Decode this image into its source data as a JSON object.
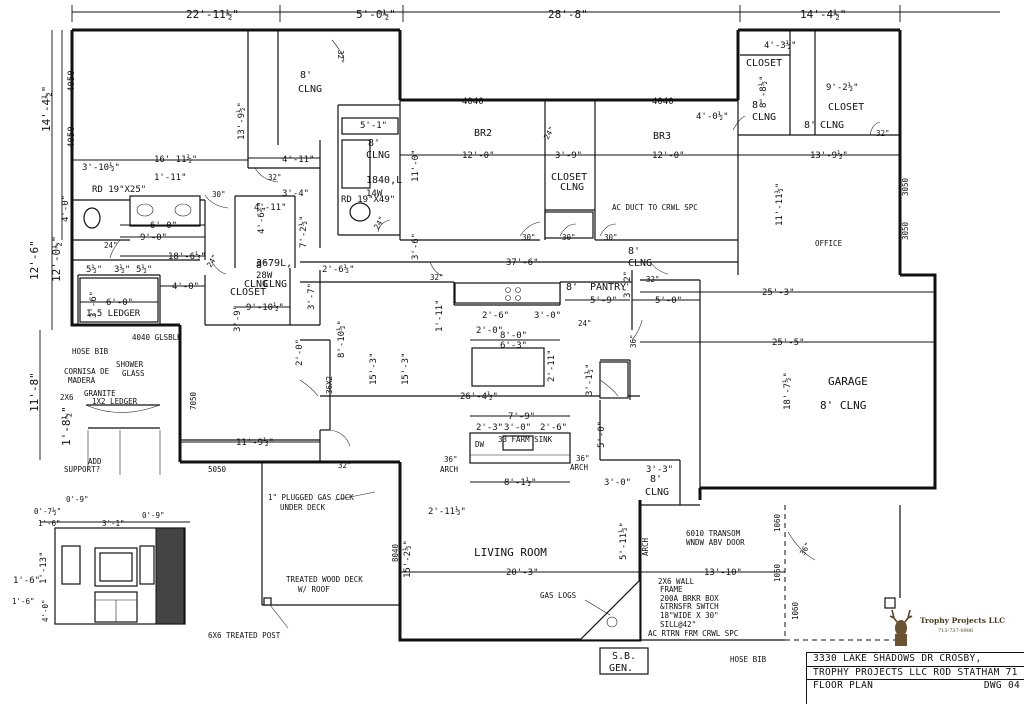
{
  "top_dims": [
    "22'-11½\"",
    "5'-0½\"",
    "28'-8\"",
    "14'-4½\""
  ],
  "left_dims": [
    "14'-4½\"",
    "4050",
    "4050",
    "12'-6\"",
    "12'-0½\"",
    "11'-8\"",
    "1'-8½\""
  ],
  "rooms": {
    "br2": "BR2",
    "br3": "BR3",
    "closet_br2": "CLOSET",
    "closet_br2_clng": "CLNG",
    "closet_tr_a": "CLOSET",
    "closet_tr_b": "CLOSET",
    "office": "OFFICE",
    "garage": "GARAGE",
    "garage_clng": "8' CLNG",
    "living": "LIVING ROOM",
    "pantry": "PANTRY",
    "closet_mid": "CLOSET",
    "clng_8": "8'",
    "clng": "CLNG"
  },
  "windows": [
    "4040",
    "4040",
    "3050",
    "3050",
    "4040 GLSBLK",
    "7050",
    "5050",
    "8040",
    "1060",
    "1060",
    "1060"
  ],
  "dims": {
    "d16_11": "16'-11½\"",
    "d13_9": "13'-9½\"",
    "d4_11a": "4'-11\"",
    "d5_1": "5'-1\"",
    "d12_0a": "12'-0\"",
    "d12_0b": "12'-0\"",
    "d3_9": "3'-9\"",
    "d11_0": "11'-0\"",
    "d4_0_12": "4'-0½\"",
    "d8_8": "8'-8½\"",
    "d9_2": "9'-2½\"",
    "d4_3": "4'-3½\"",
    "d13_9b": "13'-9½\"",
    "d11_11": "11'-11½\"",
    "d3_10": "3'-10½\"",
    "d1_11": "1'-11\"",
    "d6_0": "6'-0\"",
    "d9_0": "9'-0\"",
    "d4_0": "4'-0\"",
    "d3_4": "3'-4\"",
    "d4_11b": "4'-11\"",
    "d4_6": "4'-6¾\"",
    "d7_2": "7'-2½\"",
    "d18_6": "18'-6½\"",
    "d5_half": "5½\"",
    "d3_half": "3½\"",
    "d5_half_b": "5½\"",
    "d6_0b": "6'-0\"",
    "d4_0b": "4'-0\"",
    "d3_6": "3'-6\"",
    "d3_9b": "3'-9\"",
    "d9_10": "9'-10½\"",
    "d3_7": "3'-7\"",
    "d2_6": "2'-6½\"",
    "d37_6": "37'-6\"",
    "d3_6b": "3'-6\"",
    "d25_3": "25'-3\"",
    "d25_5": "25'-5\"",
    "d5_9": "5'-9\"",
    "d3_2": "3'-2\"",
    "d5_0": "5'-0\"",
    "d18_7": "18'-7½\"",
    "d2_6b": "2'-6\"",
    "d3_0": "3'-0\"",
    "d8_0": "8'-0\"",
    "d6_3": "6'-3\"",
    "d1_11b": "1'-11\"",
    "d2_0": "2'-0\"",
    "d2_11": "2'-11\"",
    "d8_10": "8'-10½\"",
    "d2_0b": "2'-0\"",
    "d15_3": "15'-3\"",
    "d15_3b": "15'-3\"",
    "d26_4": "26'-4½\"",
    "d3_1": "3'-1½\"",
    "d7_9": "7'-9\"",
    "d2_3": "2'-3\"",
    "d3_0b": "3'-0\"",
    "d2_6c": "2'-6\"",
    "d5_0b": "5'-0\"",
    "d11_9": "11'-9½\"",
    "d8_1": "8'-1½\"",
    "d3_3": "3'-3\"",
    "d3_0c": "3'-0\"",
    "d2_11b": "2'-11½\"",
    "d5_11": "5'-11½\"",
    "d15_2": "15'-2½\"",
    "d20_3": "20'-3\"",
    "d13_10": "13'-10\"",
    "d1_6": "1'-6\"",
    "d13_1": "1'-13\""
  },
  "notes": {
    "clng8a": "8'",
    "clng8a2": "CLNG",
    "clng8b": "8'",
    "clng8b2": "CLNG",
    "clng8c": "8'",
    "clng8c2": "CLNG",
    "clng8d": "8'",
    "clng8d2": "CLNG",
    "clng8e": "8'",
    "clng8e2": "CLNG",
    "clng8f": "8'",
    "clng8f2": "CLNG",
    "clng8g": "8'",
    "clng8g2": "CLNG",
    "rd19x25": "RD 19\"X25\"",
    "rd19x49": "RD 19\"X49\"",
    "l1840": "1840,L",
    "w14": "14W",
    "l3679": "3679L,",
    "w28": "28W",
    "ledger15": "1.5 LEDGER",
    "ac_duct": "AC DUCT TO CRWL SPC",
    "hose_bib_l": "HOSE BIB",
    "shower": "SHOWER",
    "glass": "GLASS",
    "cornisa": "CORNISA DE",
    "madera": "MADERA",
    "granite": "GRANITE",
    "ledger12": "1X2 LEDGER",
    "x2x6": "2X6",
    "add_support": "ADD",
    "support": "SUPPORT?",
    "gas_cock": "1\" PLUGGED GAS COCK",
    "under_deck": "UNDER DECK",
    "deck": "TREATED WOOD DECK",
    "w_roof": "W/ ROOF",
    "post": "6X6 TREATED POST",
    "gas_logs": "GAS LOGS",
    "wall2x6": "2X6 WALL",
    "frame": "FRAME",
    "brkr": "200A BRKR BOX",
    "trnsfr": "&TRNSFR SWTCH",
    "size18": "18\"WIDE X 30\"",
    "sill": "SILL@42\"",
    "ac_rtrn": "AC RTRN FRM CRWL SPC",
    "transom": "6010 TRANSOM",
    "wndw": "WNDW ABV DOOR",
    "hose_bib_r": "HOSE BIB",
    "sb": "S.B.",
    "gen": "GEN.",
    "arch1": "ARCH",
    "arch2": "ARCH",
    "arch3": "ARCH",
    "a36_1": "36\"",
    "a36_2": "36\"",
    "a36_3": "36\"",
    "d24a": "24\"",
    "d24b": "24\"",
    "d24c": "24\"",
    "d24d": "24\"",
    "d24e": "24\"",
    "d30a": "30\"",
    "d30b": "30\"",
    "d30c": "30\"",
    "d30d": "30\"",
    "d32a": "32\"",
    "d32b": "32\"",
    "d32c": "32\"",
    "d32d": "32\"",
    "d32e": "32\"",
    "d32f": "32\"",
    "d36g": "36\"",
    "dw": "DW",
    "farm": "33 FARM SINK",
    "s36x2": "36X2",
    "h1_6": "1'-6\"",
    "h0_7": "0'-7½\"",
    "h0_9": "0'-9\"",
    "h3_1": "3'-1\"",
    "h0_9b": "0'-9\"",
    "h1_6b": "1'-6\"",
    "h4_0": "4'-0\""
  },
  "logo": {
    "brand": "Trophy Projects LLC",
    "phone": "713-737-0986"
  },
  "title_block": {
    "line1": "3330 LAKE SHADOWS DR CROSBY,",
    "line2": "TROPHY PROJECTS LLC ROD STATHAM 71",
    "line3": "FLOOR PLAN",
    "dwg": "DWG 04"
  }
}
